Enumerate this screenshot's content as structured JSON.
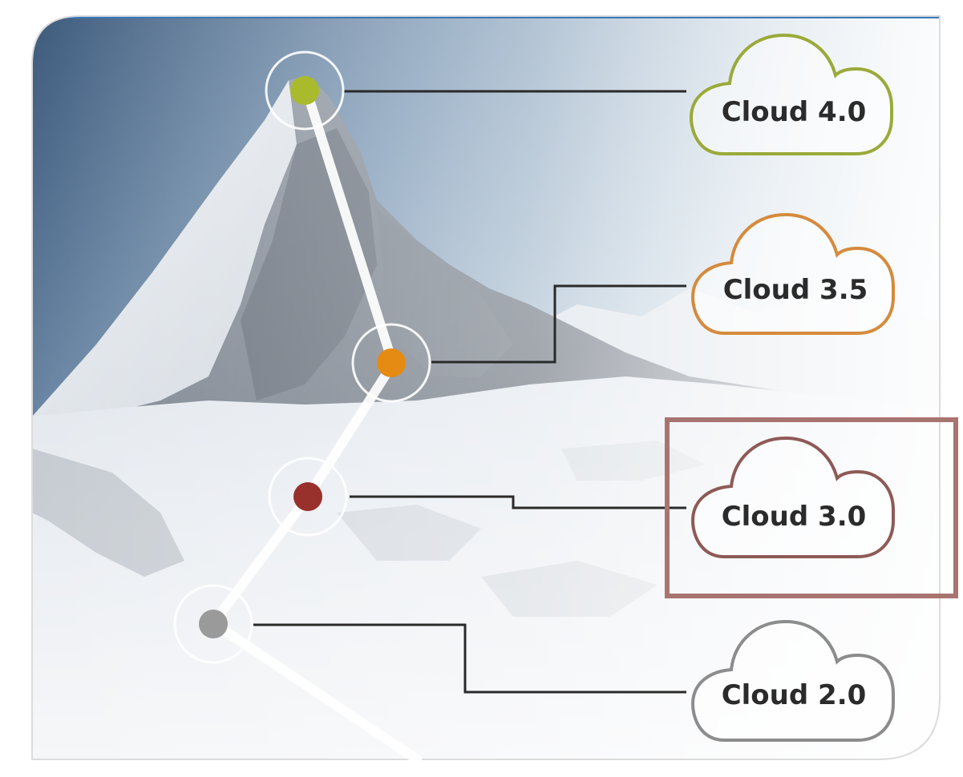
{
  "stages": [
    {
      "id": "cloud-4-0",
      "label": "Cloud 4.0",
      "color": "#a9ba2c",
      "stroke": "#9aaa3a"
    },
    {
      "id": "cloud-3-5",
      "label": "Cloud 3.5",
      "color": "#e58a12",
      "stroke": "#d58a3c"
    },
    {
      "id": "cloud-3-0",
      "label": "Cloud 3.0",
      "color": "#98302c",
      "stroke": "#8e5a56",
      "highlighted": true
    },
    {
      "id": "cloud-2-0",
      "label": "Cloud 2.0",
      "color": "#9a9a9a",
      "stroke": "#8c8c8c"
    }
  ],
  "highlight_box_color": "#a87470",
  "frame_color": "#ffffff",
  "background": "snowy-mountain-peak"
}
